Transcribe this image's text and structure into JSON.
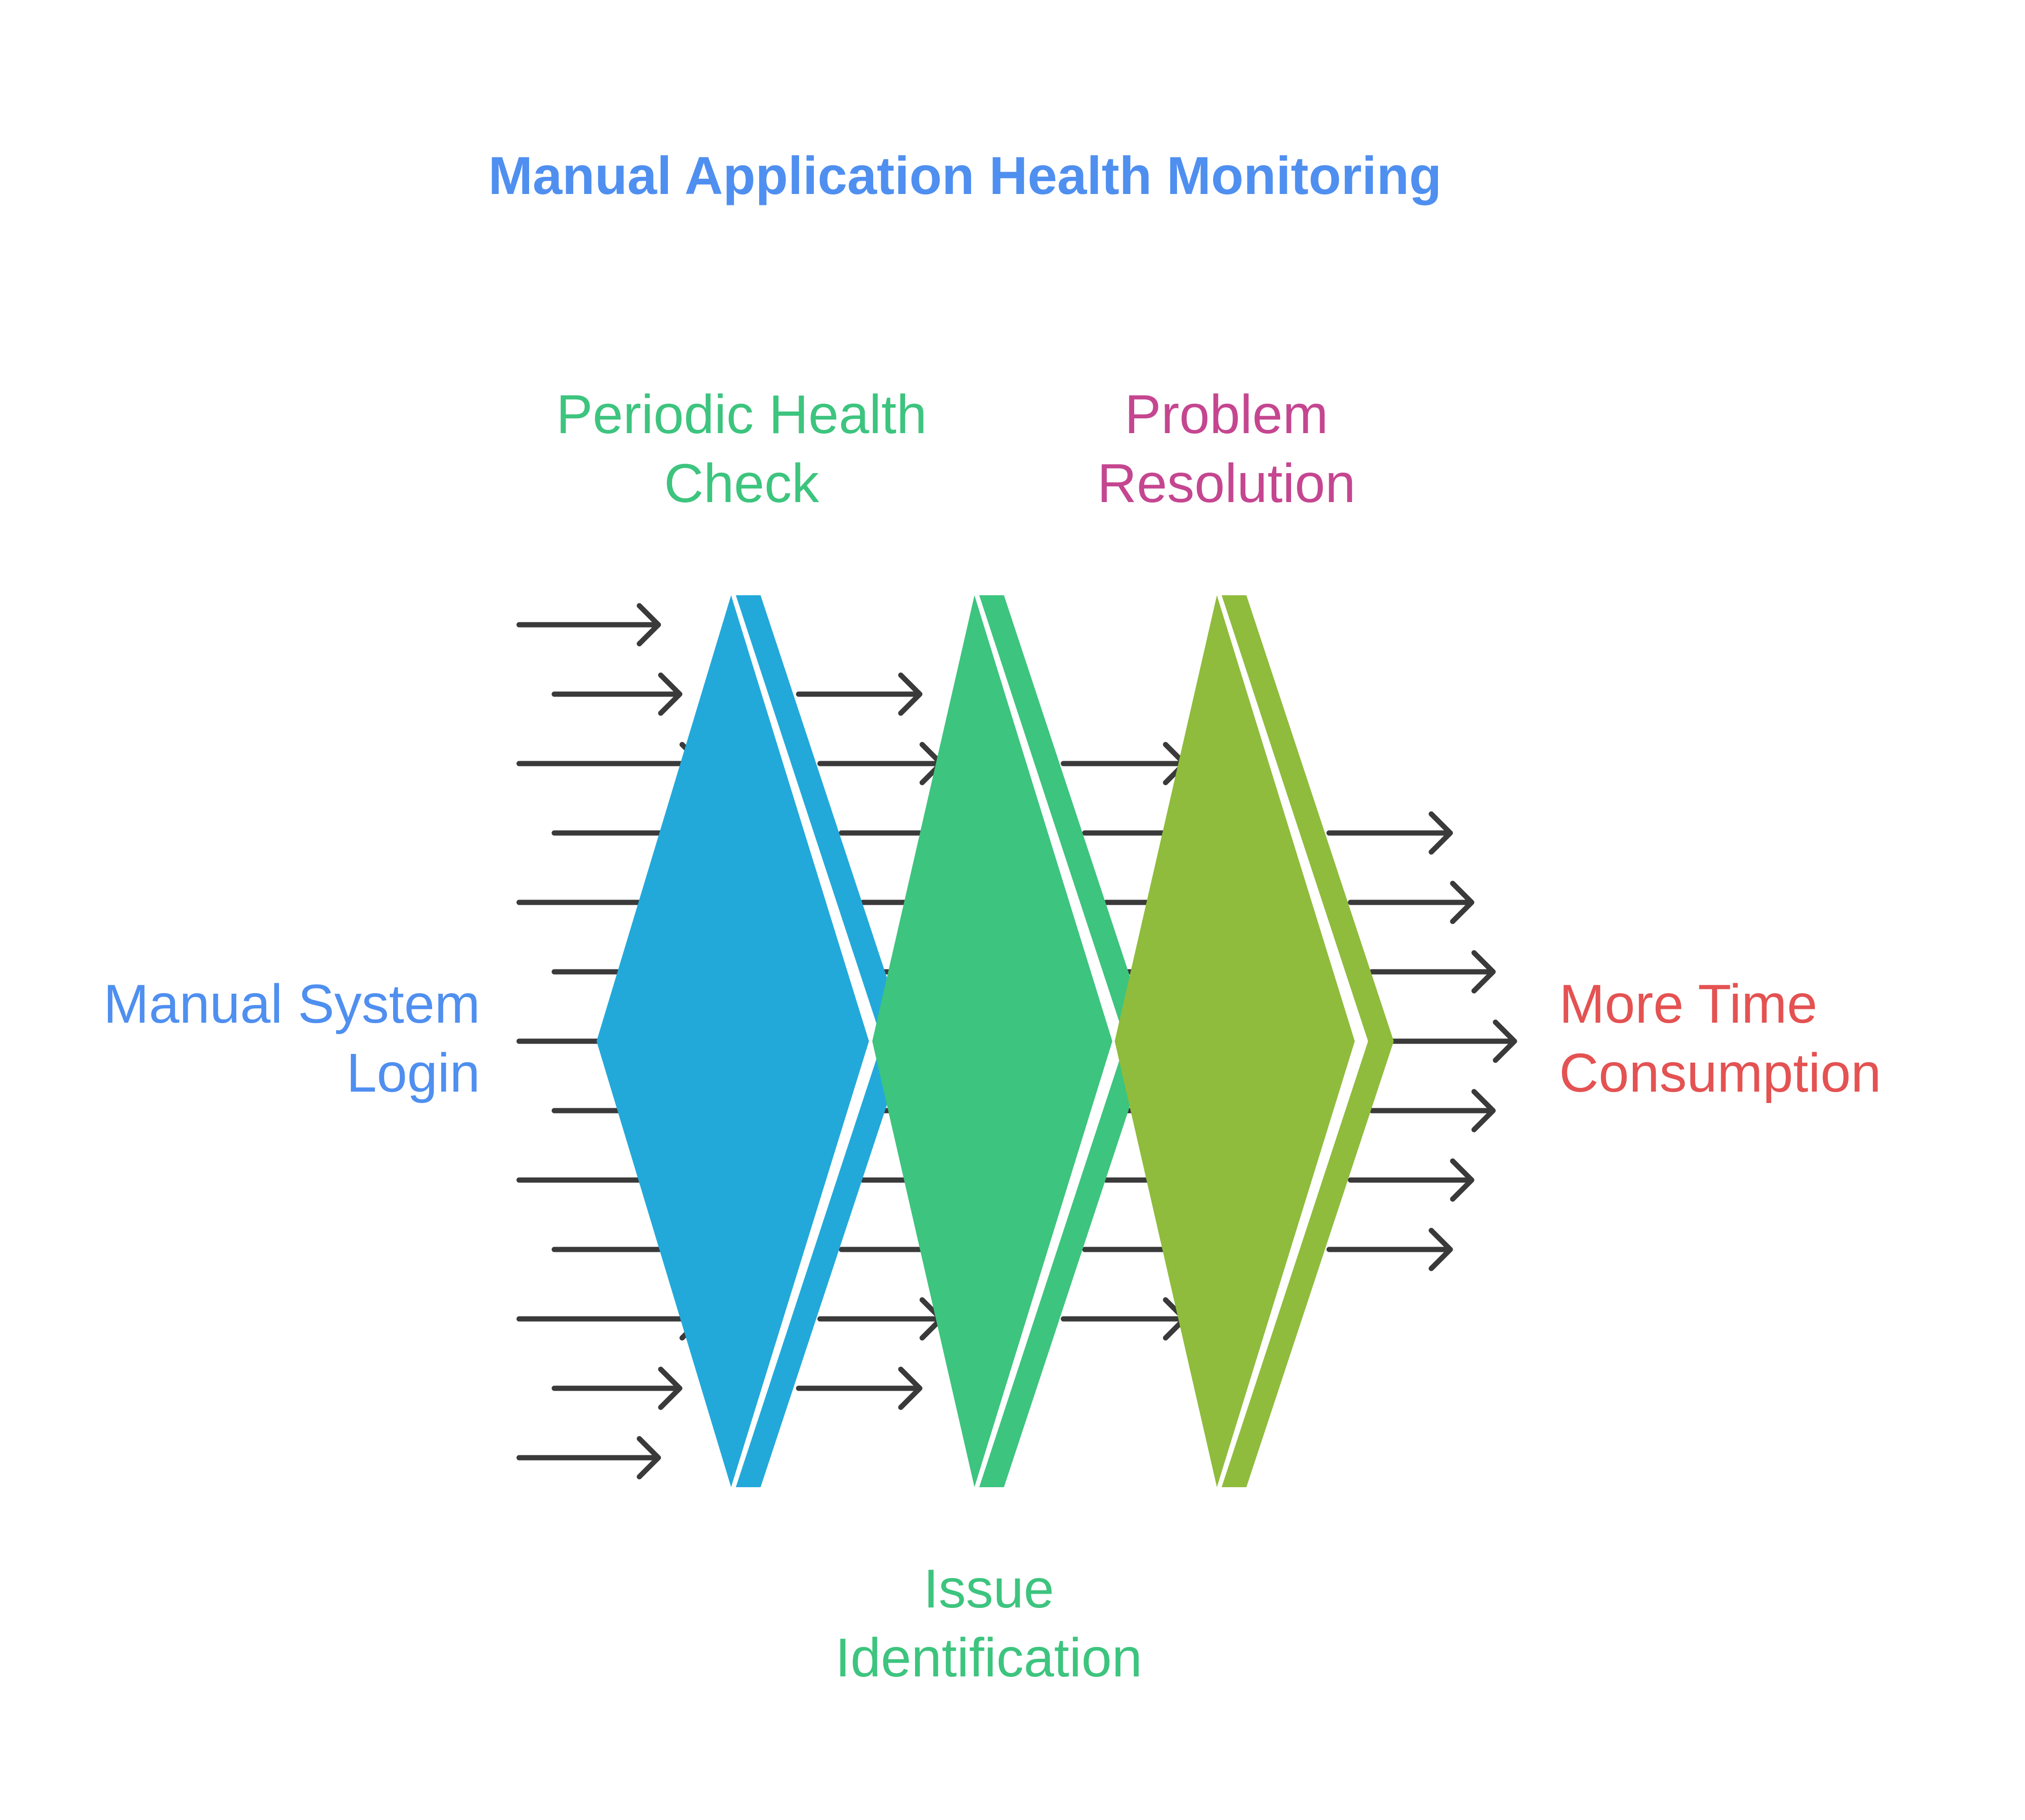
{
  "title": "Manual Application Health Monitoring",
  "stages": [
    {
      "name": "Manual System Login",
      "lines": [
        "Manual System",
        "Login"
      ],
      "color": "#4f8ff0"
    },
    {
      "name": "Periodic Health Check",
      "lines": [
        "Periodic Health",
        "Check"
      ],
      "color": "#3dc47e",
      "chevron_color": "#22a9da"
    },
    {
      "name": "Issue Identification",
      "lines": [
        "Issue",
        "Identification"
      ],
      "color": "#3dc47e",
      "chevron_color": "#3dc47e"
    },
    {
      "name": "Problem Resolution",
      "lines": [
        "Problem",
        "Resolution"
      ],
      "color": "#c54690",
      "chevron_color": "#8fbc3c"
    },
    {
      "name": "More Time Consumption",
      "lines": [
        "More Time",
        "Consumption"
      ],
      "color": "#e45252"
    }
  ],
  "arrow_color": "#3a3a3a"
}
